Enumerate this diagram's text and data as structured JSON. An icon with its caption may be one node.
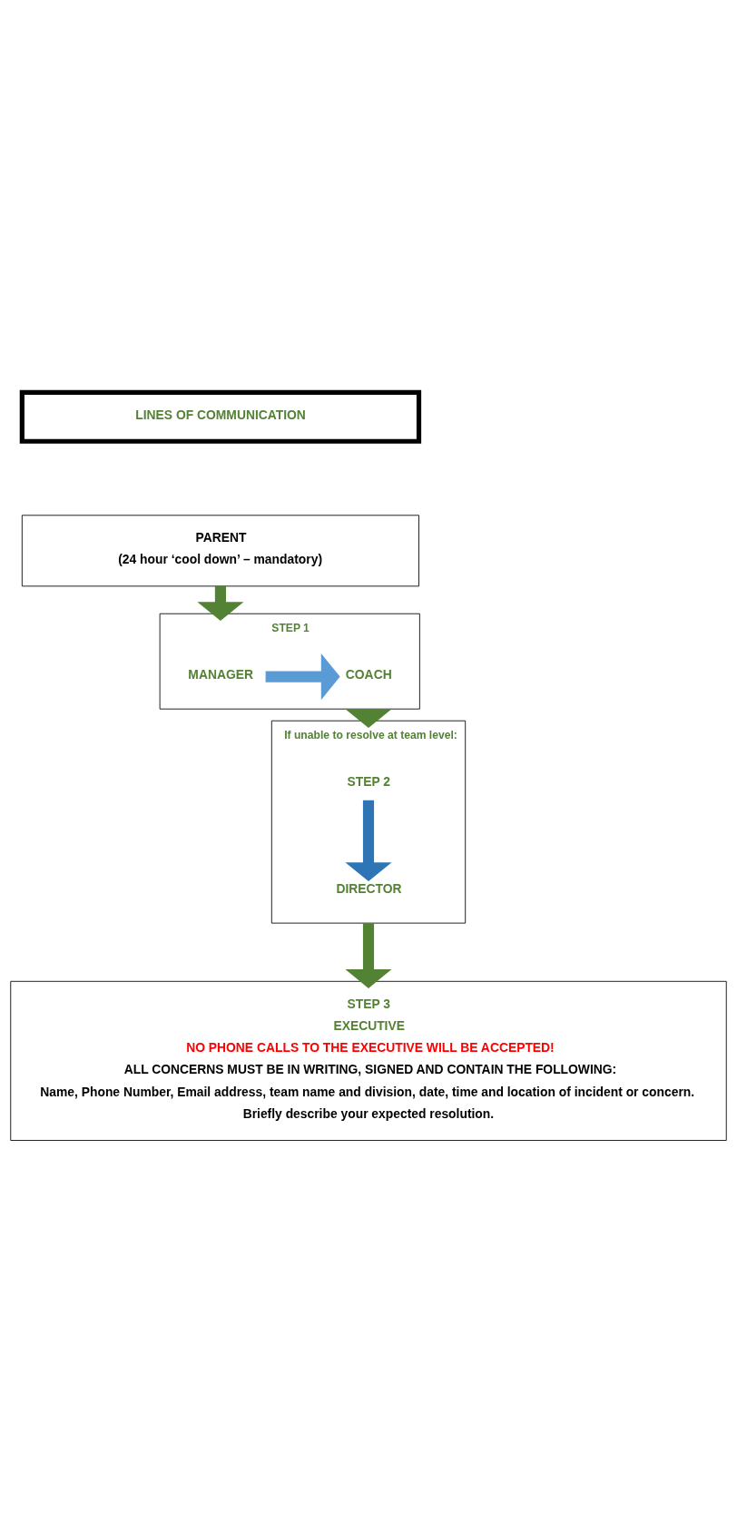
{
  "diagram": {
    "nodes": [
      {
        "text": [
          "LINES OF COMMUNICATION"
        ]
      },
      {
        "text": [
          "PARENT",
          "(24 hour ‘cool down’ – mandatory)"
        ]
      },
      {
        "text": [
          "STEP 1"
        ]
      },
      {
        "text": [
          "MANAGER"
        ],
        "in": 2
      },
      {
        "text": [
          "COACH"
        ],
        "in": 2
      },
      {
        "text": [
          "If unable to resolve at team level:"
        ]
      },
      {
        "text": [
          "STEP 2"
        ],
        "in": 5
      },
      {
        "text": [
          "DIRECTOR"
        ],
        "in": 5
      },
      {
        "text": [
          "STEP 3",
          "EXECUTIVE",
          "NO PHONE CALLS TO THE EXECUTIVE WILL BE ACCEPTED!",
          "ALL CONCERNS MUST BE IN WRITING, SIGNED AND CONTAIN THE FOLLOWING:",
          "Name, Phone Number, Email address, team name and division, date, time and location of incident or concern.",
          "Briefly describe your expected resolution."
        ]
      }
    ],
    "edges": [
      {
        "from": 1,
        "to": 2,
        "arrow": "to"
      },
      {
        "from": 3,
        "to": 4,
        "arrow": "to",
        "color": "#5b9bd5"
      },
      {
        "from": 2,
        "to": 5,
        "arrow": "to"
      },
      {
        "from": 6,
        "to": 7,
        "arrow": "to",
        "color": "#2e75b6"
      },
      {
        "from": 5,
        "to": 8,
        "arrow": "to"
      }
    ]
  }
}
